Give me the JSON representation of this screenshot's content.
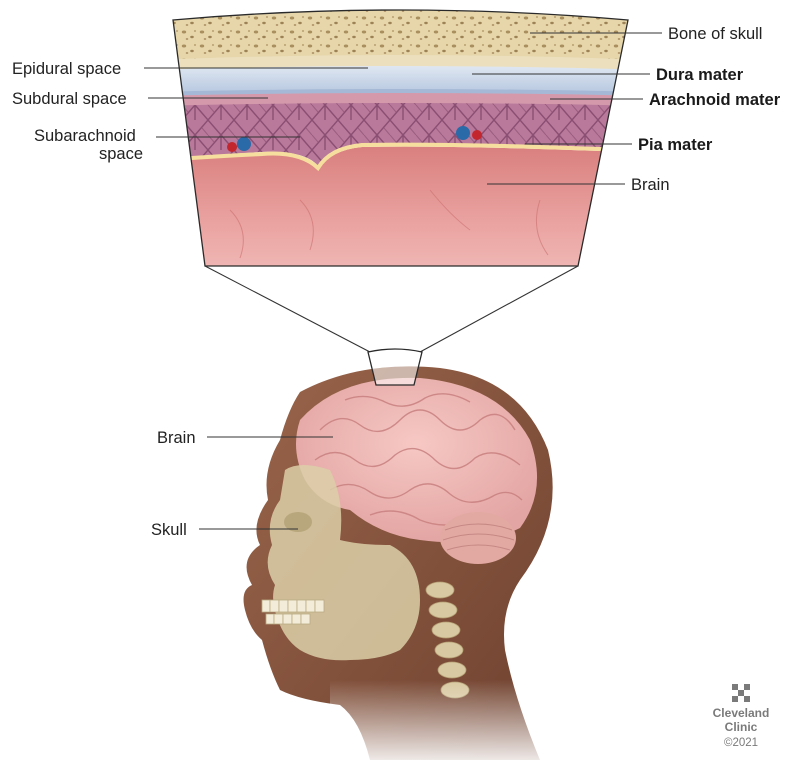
{
  "labels": {
    "bone_of_skull": "Bone of skull",
    "epidural_space": "Epidural space",
    "dura_mater": "Dura mater",
    "subdural_space": "Subdural space",
    "arachnoid_mater": "Arachnoid mater",
    "subarachnoid_line1": "Subarachnoid",
    "subarachnoid_line2": "space",
    "pia_mater": "Pia mater",
    "brain_detail": "Brain",
    "brain_head": "Brain",
    "skull_head": "Skull"
  },
  "branding": {
    "logo_icon": "cleveland-clinic-cross-icon",
    "name_line1": "Cleveland",
    "name_line2": "Clinic",
    "copyright": "©2021"
  },
  "colors": {
    "bone": "#e3d3a7",
    "dura": "#c9d5e6",
    "arachnoid": "#c98aa6",
    "pia": "#f3d79a",
    "brain": "#e08f8c",
    "skin": "#8b5a44"
  }
}
